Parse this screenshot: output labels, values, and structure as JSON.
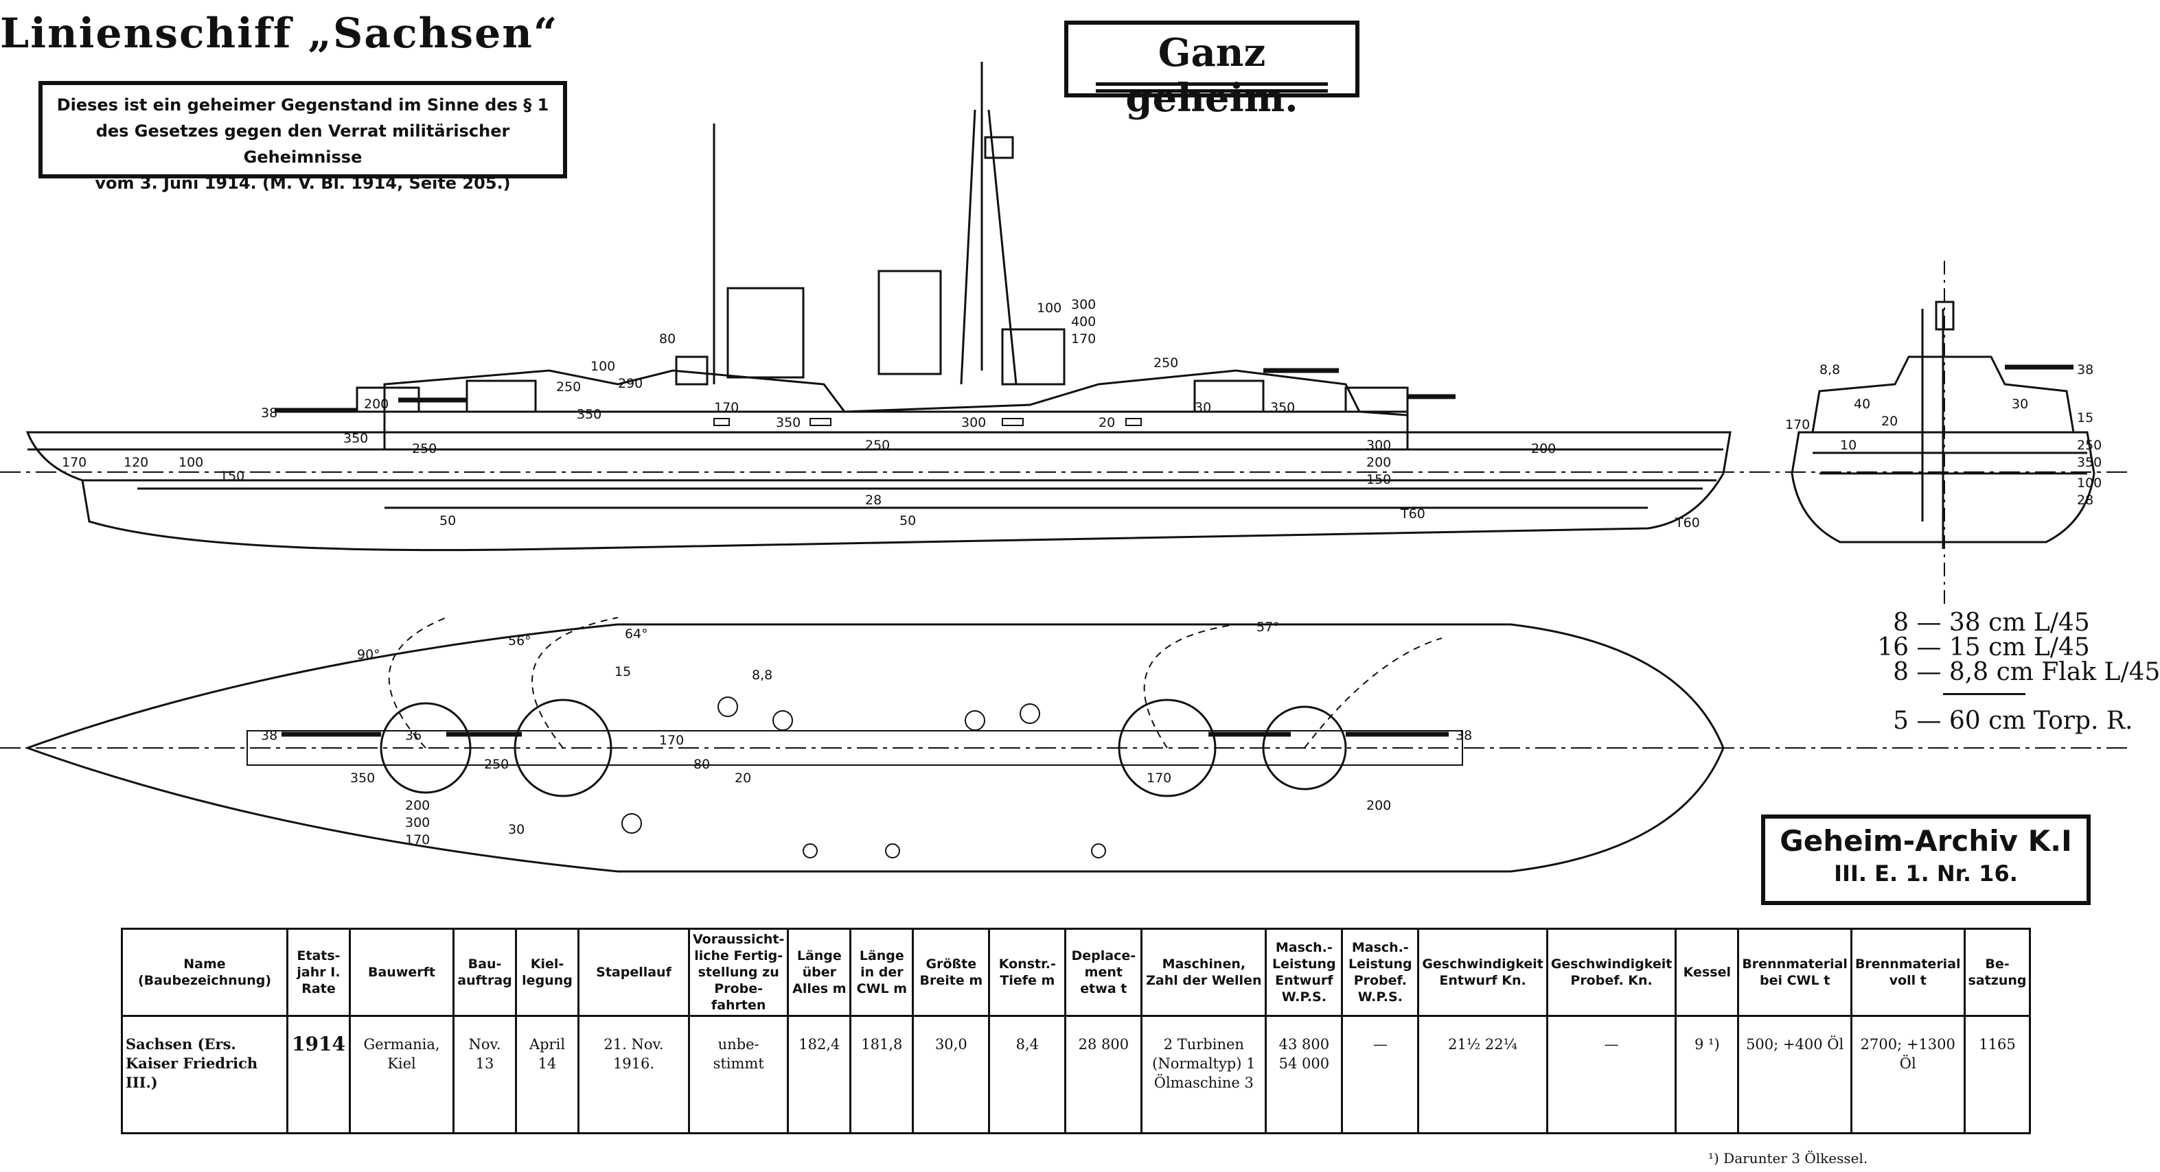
{
  "title": "Linienschiff „Sachsen“",
  "stamp": "Ganz geheim.",
  "notice": [
    "Dieses ist ein geheimer Gegenstand im Sinne des § 1",
    "des Gesetzes gegen den Verrat militärischer Geheimnisse",
    "vom 3. Juni 1914. (M. V. Bl. 1914, Seite 205.)"
  ],
  "armament": [
    {
      "count": "8",
      "text": "38 cm L/45"
    },
    {
      "count": "16",
      "text": "15 cm L/45"
    },
    {
      "count": "8",
      "text": "8,8 cm Flak L/45"
    },
    {
      "count": "5",
      "text": "60 cm Torp. R."
    }
  ],
  "archive": {
    "line1": "Geheim-Archiv K.I",
    "line2": "III. E. 1. Nr. 16."
  },
  "drawing_labels": {
    "side_armor": [
      "38",
      "200",
      "250",
      "350",
      "250",
      "350",
      "100",
      "250",
      "290",
      "350",
      "80",
      "170",
      "30",
      "300",
      "400",
      "170",
      "100",
      "250",
      "300",
      "200",
      "150",
      "100",
      "170",
      "120",
      "150",
      "28",
      "50",
      "50",
      "T60",
      "T60",
      "200",
      "300",
      "350",
      "20"
    ],
    "plan": [
      "38",
      "36",
      "250",
      "350",
      "80",
      "170",
      "170",
      "8,8",
      "15",
      "20",
      "30",
      "200",
      "300",
      "170",
      "200",
      "90°",
      "56°",
      "64°",
      "57°",
      "38"
    ],
    "section": [
      "8,8",
      "38",
      "40",
      "30",
      "20",
      "10",
      "170",
      "250",
      "350",
      "28",
      "15",
      "100"
    ]
  },
  "table": {
    "headers": [
      "Name (Baubezeichnung)",
      "Etats-jahr I. Rate",
      "Bauwerft",
      "Bau-auftrag",
      "Kiel-legung",
      "Stapellauf",
      "Voraussicht-liche Fertig-stellung zu Probe-fahrten",
      "Länge über Alles m",
      "Länge in der CWL m",
      "Größte Breite m",
      "Konstr.-Tiefe m",
      "Deplace-ment etwa t",
      "Maschinen, Zahl der Wellen",
      "Masch.-Leistung Entwurf W.P.S.",
      "Masch.-Leistung Probef. W.P.S.",
      "Geschwindigkeit Entwurf Kn.",
      "Geschwindigkeit Probef. Kn.",
      "Kessel",
      "Brennmaterial bei CWL t",
      "Brennmaterial voll t",
      "Be-satzung"
    ],
    "group_laenge": "Länge",
    "group_leistung": "Masch.-Leistung",
    "group_geschw": "Geschwindigkeit",
    "group_brenn": "Brennmaterial",
    "row": {
      "name": "Sachsen (Ers. Kaiser Friedrich III.)",
      "etatsjahr": "1914",
      "bauwerft": "Germania, Kiel",
      "bauauftrag": "Nov. 13",
      "kiellegung": "April 14",
      "stapellauf": "21. Nov. 1916.",
      "fertigstellung": "unbe-stimmt",
      "laenge_alles": "182,4",
      "laenge_cwl": "181,8",
      "breite": "30,0",
      "tiefe": "8,4",
      "deplacement": "28 800",
      "maschinen": "2 Turbinen (Normaltyp) 1 Ölmaschine 3",
      "leistung_entwurf": "43 800 54 000",
      "leistung_probef": "—",
      "geschw_entwurf": "21½ 22¼",
      "geschw_probef": "—",
      "kessel": "9 ¹)",
      "brenn_cwl": "500; +400 Öl",
      "brenn_voll": "2700; +1300 Öl",
      "besatzung": "1165"
    }
  },
  "footnote": "¹) Darunter 3 Ölkessel."
}
